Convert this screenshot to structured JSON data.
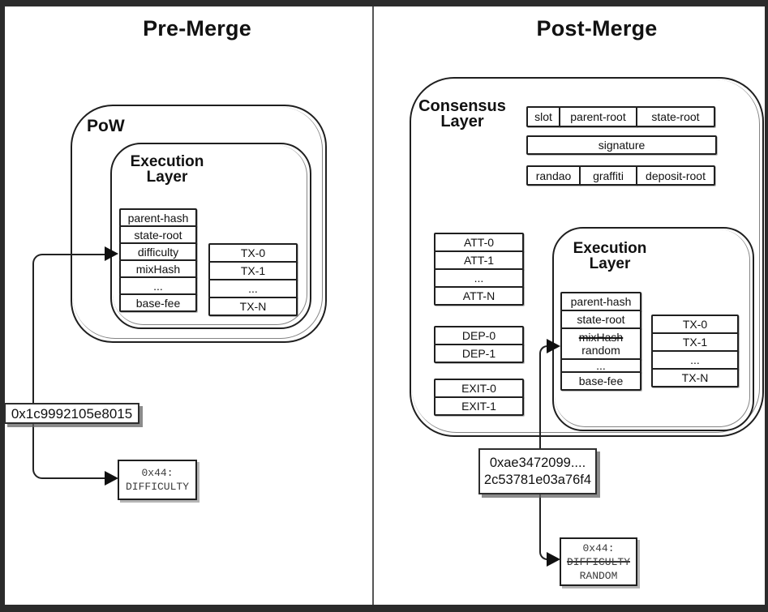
{
  "colors": {
    "stroke": "#1f1f1f",
    "frame_bar": "#2b2b2b",
    "divider": "#555555",
    "background": "#ffffff"
  },
  "left_panel": {
    "title": "Pre-Merge",
    "pow_label": "PoW",
    "execution_layer": {
      "label_line1": "Execution",
      "label_line2": "Layer",
      "header_fields": [
        "parent-hash",
        "state-root",
        "difficulty",
        "mixHash",
        "...",
        "base-fee"
      ],
      "transactions": [
        "TX-0",
        "TX-1",
        "...",
        "TX-N"
      ]
    },
    "difficulty_value_label": "0x1c9992105e8015",
    "storage_slot_box": {
      "line1": "0x44:",
      "line2": "DIFFICULTY"
    }
  },
  "right_panel": {
    "title": "Post-Merge",
    "consensus_layer": {
      "label_line1": "Consensus",
      "label_line2": "Layer",
      "beacon_row1": [
        "slot",
        "parent-root",
        "state-root"
      ],
      "signature": "signature",
      "beacon_row2": [
        "randao",
        "graffiti",
        "deposit-root"
      ],
      "attestations": [
        "ATT-0",
        "ATT-1",
        "...",
        "ATT-N"
      ],
      "deposits": [
        "DEP-0",
        "DEP-1"
      ],
      "exits": [
        "EXIT-0",
        "EXIT-1"
      ]
    },
    "execution_layer": {
      "label_line1": "Execution",
      "label_line2": "Layer",
      "header_fields_top": [
        "parent-hash",
        "state-root"
      ],
      "mixhash_replaced": {
        "old": "mixHash",
        "new": "random"
      },
      "header_fields_bottom": [
        "...",
        "base-fee"
      ],
      "transactions": [
        "TX-0",
        "TX-1",
        "...",
        "TX-N"
      ]
    },
    "random_value_label": {
      "line1": "0xae3472099....",
      "line2": "2c53781e03a76f4"
    },
    "storage_slot_box": {
      "line1": "0x44:",
      "line2": "DIFFICULTY",
      "line3": "RANDOM"
    }
  }
}
